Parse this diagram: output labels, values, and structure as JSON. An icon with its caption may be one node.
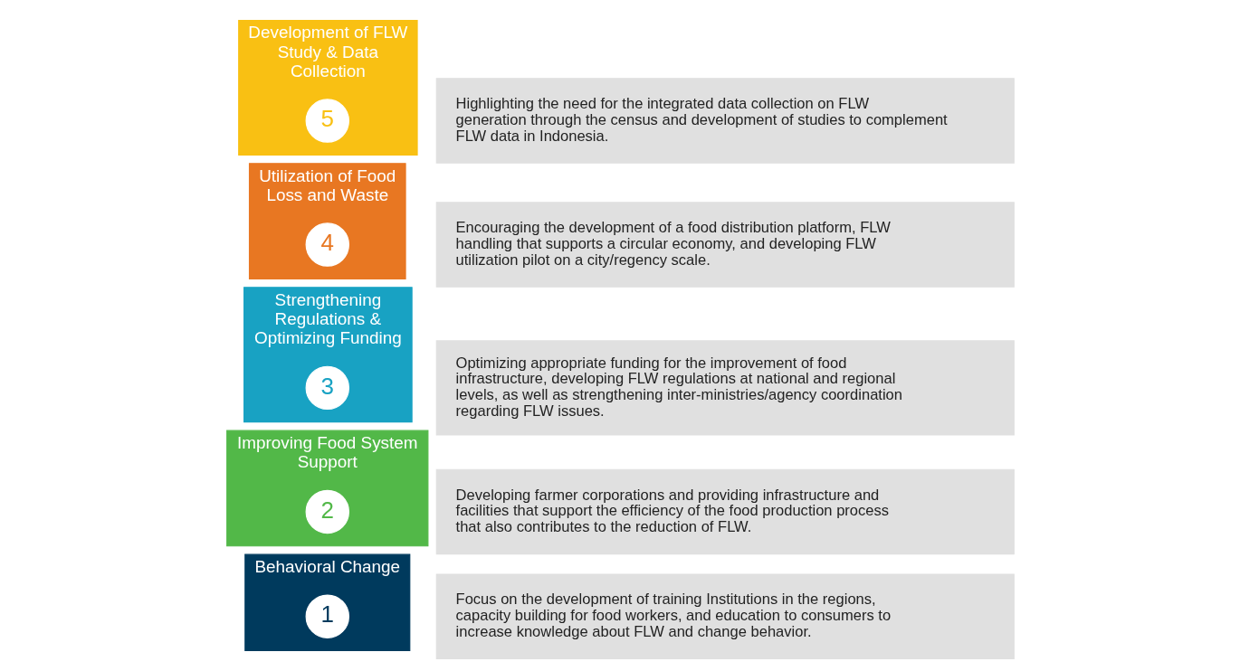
{
  "diagram": {
    "nodes": [
      {
        "text": [
          "Behavioral Change"
        ]
      },
      {
        "text": [
          "1"
        ],
        "in": 0
      },
      {
        "text": [
          "Focus on the development of training Institutions in the regions, capacity building for food workers, and education to consumers to increase knowledge about FLW and change behavior."
        ]
      },
      {
        "text": [
          "Improving Food System Support"
        ]
      },
      {
        "text": [
          "2"
        ],
        "in": 3
      },
      {
        "text": [
          "Developing farmer corporations and providing infrastructure and facilities that support the efficiency of the food production process that also contributes to the reduction of FLW."
        ]
      },
      {
        "text": [
          "Strengthening Regulations & Optimizing Funding"
        ]
      },
      {
        "text": [
          "3"
        ],
        "in": 6
      },
      {
        "text": [
          "Optimizing appropriate funding for the improvement of food infrastructure, developing FLW regulations at national and regional levels, as well as strengthening inter-ministries/agency coordination regarding FLW issues."
        ]
      },
      {
        "text": [
          "Utilization of Food Loss and Waste"
        ]
      },
      {
        "text": [
          "4"
        ],
        "in": 9
      },
      {
        "text": [
          "Encouraging the development of a food distribution platform, FLW handling that supports a circular economy, and developing FLW utilization pilot on a city/regency scale."
        ]
      },
      {
        "text": [
          "Development of FLW Study & Data Collection"
        ]
      },
      {
        "text": [
          "5"
        ],
        "in": 12
      },
      {
        "text": [
          "Highlighting the need for the integrated data collection on FLW generation through the census and development of studies to complement FLW data in Indonesia."
        ]
      }
    ]
  }
}
